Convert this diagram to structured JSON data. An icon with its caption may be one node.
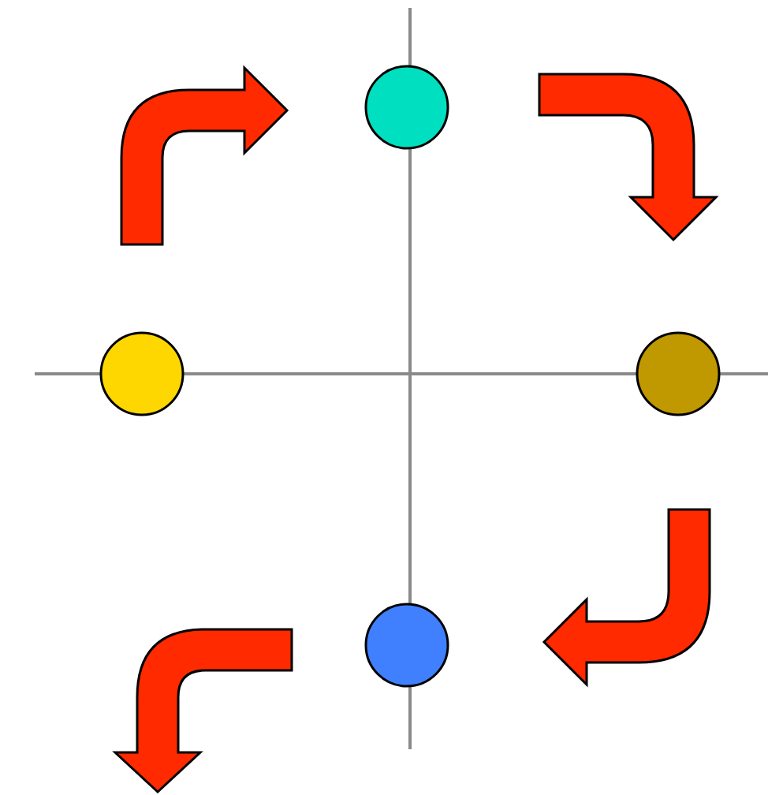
{
  "diagram": {
    "nodes": [
      {
        "text": [],
        "shape": "circle"
      },
      {
        "text": [],
        "shape": "circle"
      },
      {
        "text": [],
        "shape": "circle"
      },
      {
        "text": [],
        "shape": "circle"
      }
    ]
  }
}
